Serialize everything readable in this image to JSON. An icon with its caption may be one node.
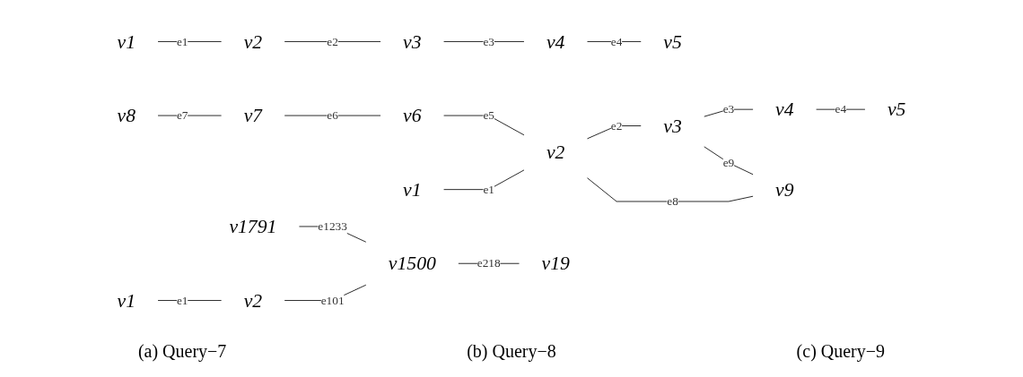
{
  "diagram": {
    "nodes": [
      {
        "text": [
          "v1"
        ]
      },
      {
        "text": [
          "v2"
        ]
      },
      {
        "text": [
          "v3"
        ]
      },
      {
        "text": [
          "v4"
        ]
      },
      {
        "text": [
          "v5"
        ]
      },
      {
        "text": [
          "v8"
        ]
      },
      {
        "text": [
          "v7"
        ]
      },
      {
        "text": [
          "v6"
        ]
      },
      {
        "text": [
          "v1"
        ]
      },
      {
        "text": [
          "v2"
        ]
      },
      {
        "text": [
          "v3"
        ]
      },
      {
        "text": [
          "v4"
        ]
      },
      {
        "text": [
          "v5"
        ]
      },
      {
        "text": [
          "v9"
        ]
      },
      {
        "text": [
          "v1791"
        ]
      },
      {
        "text": [
          "v1"
        ]
      },
      {
        "text": [
          "v2"
        ]
      },
      {
        "text": [
          "v1500"
        ]
      },
      {
        "text": [
          "v19"
        ]
      }
    ],
    "edges": [
      {
        "from": 0,
        "to": 1,
        "arrow": "none",
        "label": "e1"
      },
      {
        "from": 1,
        "to": 2,
        "arrow": "none",
        "label": "e2"
      },
      {
        "from": 2,
        "to": 3,
        "arrow": "none",
        "label": "e3"
      },
      {
        "from": 3,
        "to": 4,
        "arrow": "none",
        "label": "e4"
      },
      {
        "from": 5,
        "to": 6,
        "arrow": "none",
        "label": "e7"
      },
      {
        "from": 6,
        "to": 7,
        "arrow": "none",
        "label": "e6"
      },
      {
        "from": 7,
        "to": 9,
        "arrow": "none",
        "label": "e5"
      },
      {
        "from": 8,
        "to": 9,
        "arrow": "none",
        "label": "e1"
      },
      {
        "from": 9,
        "to": 10,
        "arrow": "none",
        "label": "e2"
      },
      {
        "from": 10,
        "to": 11,
        "arrow": "none",
        "label": "e3"
      },
      {
        "from": 11,
        "to": 12,
        "arrow": "none",
        "label": "e4"
      },
      {
        "from": 9,
        "to": 13,
        "arrow": "none",
        "label": "e8"
      },
      {
        "from": 10,
        "to": 13,
        "arrow": "none",
        "label": "e9"
      },
      {
        "from": 14,
        "to": 17,
        "arrow": "none",
        "label": "e1233"
      },
      {
        "from": 15,
        "to": 16,
        "arrow": "none",
        "label": "e1"
      },
      {
        "from": 16,
        "to": 17,
        "arrow": "none",
        "label": "e101"
      },
      {
        "from": 17,
        "to": 18,
        "arrow": "none",
        "label": "e218"
      }
    ],
    "labels": [
      "(a) Query−7",
      "(b) Query−8",
      "(c) Query−9"
    ]
  }
}
